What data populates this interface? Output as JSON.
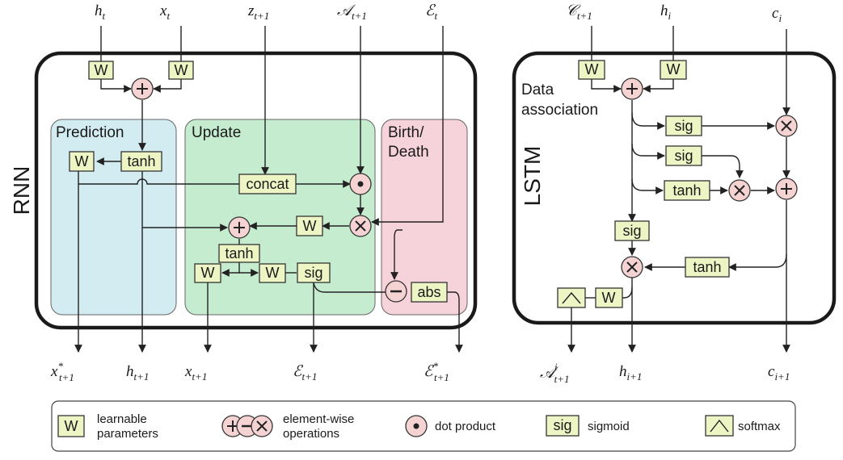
{
  "colors": {
    "learnable": "#eef5c4",
    "operation": "#f6d3d3",
    "prediction_bg": "#d3ecf2",
    "update_bg": "#c6ecd0",
    "birth_bg": "#f6d2da"
  },
  "rnn": {
    "label": "RNN",
    "inputs": {
      "h": "h",
      "h_sub": "t",
      "x": "x",
      "x_sub": "t",
      "z": "z",
      "z_sub": "t+1",
      "A": "𝒜",
      "A_sub": "t+1",
      "E": "ℰ",
      "E_sub": "t"
    },
    "regions": {
      "prediction": "Prediction",
      "update": "Update",
      "birth_line1": "Birth/",
      "birth_line2": "Death"
    },
    "blocks": {
      "w": "W",
      "tanh": "tanh",
      "concat": "concat",
      "sig": "sig",
      "abs": "abs"
    },
    "outputs": {
      "xstar": "x",
      "xstar_sup": "*",
      "xstar_sub": "t+1",
      "h": "h",
      "h_sub": "t+1",
      "x": "x",
      "x_sub": "t+1",
      "E": "ℰ",
      "E_sub": "t+1",
      "Estar": "ℰ",
      "Estar_sup": "*",
      "Estar_sub": "t+1"
    }
  },
  "lstm": {
    "label": "LSTM",
    "inputs": {
      "C": "𝒞",
      "C_sub": "t+1",
      "h": "h",
      "h_sub": "i",
      "c": "c",
      "c_sub": "i"
    },
    "data_assoc_line1": "Data",
    "data_assoc_line2": "association",
    "blocks": {
      "w": "W",
      "sig": "sig",
      "tanh": "tanh"
    },
    "outputs": {
      "A": "𝒜",
      "A_sup": "i",
      "A_sub": "t+1",
      "h": "h",
      "h_sub": "i+1",
      "c": "c",
      "c_sub": "i+1"
    }
  },
  "legend": {
    "w_symbol": "W",
    "w_line1": "learnable",
    "w_line2": "parameters",
    "ops_line1": "element-wise",
    "ops_line2": "operations",
    "dot": "dot product",
    "sig_symbol": "sig",
    "sig": "sigmoid",
    "softmax": "softmax"
  }
}
